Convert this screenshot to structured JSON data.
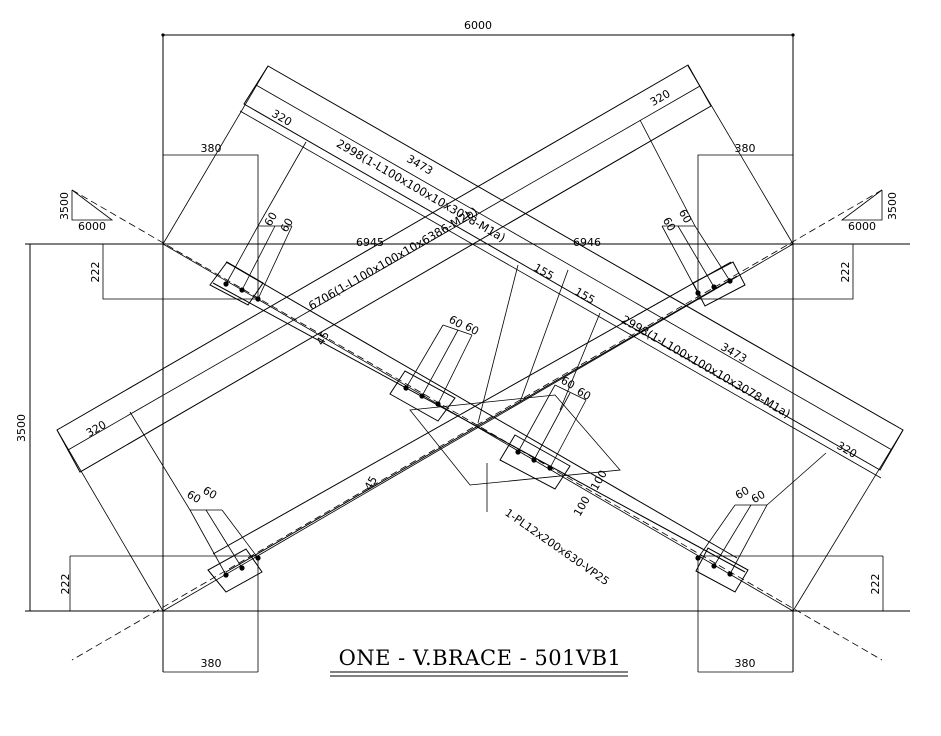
{
  "title": "ONE  -  V.BRACE  -  501VB1",
  "dims": {
    "width_total": "6000",
    "height_total": "3500",
    "gusset_w": "380",
    "gusset_h": "222",
    "slope_rise": "3500",
    "slope_run": "6000",
    "diag_len": "6946",
    "diag_len_b": "6945",
    "chord": "3473",
    "edge": "320",
    "pitch": "60",
    "offset": "155",
    "splice": "100",
    "splice_gap": "45",
    "splice_gap_b": "45|45"
  },
  "labels": {
    "member_a": "2998(1-L100x100x10x3078-M1a)",
    "member_b": "6706(1-L100x100x10x6386-M2b)",
    "member_c": "2998(1-L100x100x10x3078-M1a)",
    "plate": "1-PL12x200x630-VP25"
  }
}
